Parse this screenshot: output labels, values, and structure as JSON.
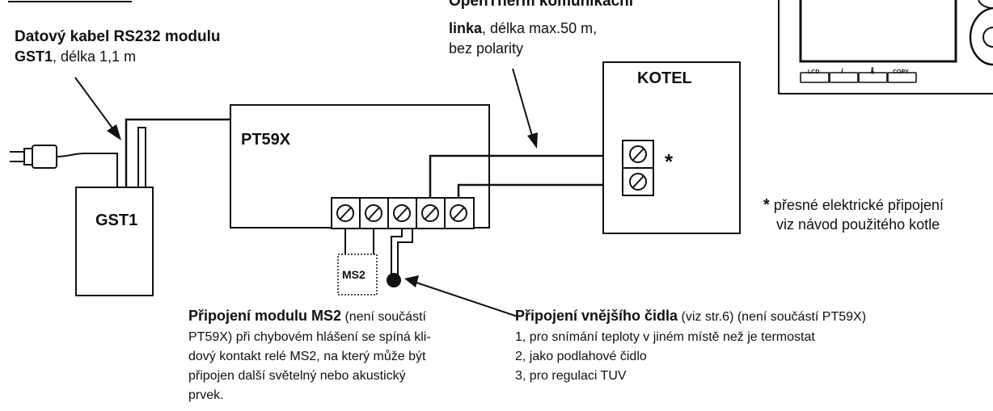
{
  "cable_label": {
    "title": "Datový kabel RS232 modulu",
    "bold_part": "GST1",
    "rest": ", délka 1,1 m"
  },
  "opentherm_label": {
    "line1": "OpenTherm komunikační",
    "bold_part": "linka",
    "rest": ", délka max.50 m,",
    "line3": "bez polarity"
  },
  "boxes": {
    "gst1": "GST1",
    "pt59x": "PT59X",
    "kotel": "KOTEL",
    "ms2": "MS2"
  },
  "asterisk": "*",
  "note": {
    "star": "*",
    "line1": "přesné elektrické připojení",
    "line2": "viz návod použitého kotle"
  },
  "device_buttons": [
    "LCD",
    "i",
    "🌡",
    "COPY"
  ],
  "ms2_caption": {
    "bold_part": "Připojení modulu MS2",
    "rest_line1": " (není součástí",
    "line2": "PT59X) při chybovém hlášení se spíná kli-",
    "line3": "dový kontakt relé MS2, na který může být",
    "line4": "připojen další světelný nebo akustický",
    "line5": "prvek."
  },
  "sensor_caption": {
    "bold_part": "Připojení vnějšího čidla",
    "rest_line1": " (viz str.6) (není součástí PT59X)",
    "items": [
      "1, pro snímání teploty v jiném místě než je termostat",
      "2, jako podlahové čidlo",
      "3, pro regulaci TUV"
    ]
  },
  "colors": {
    "line": "#111111",
    "background": "#ffffff"
  }
}
